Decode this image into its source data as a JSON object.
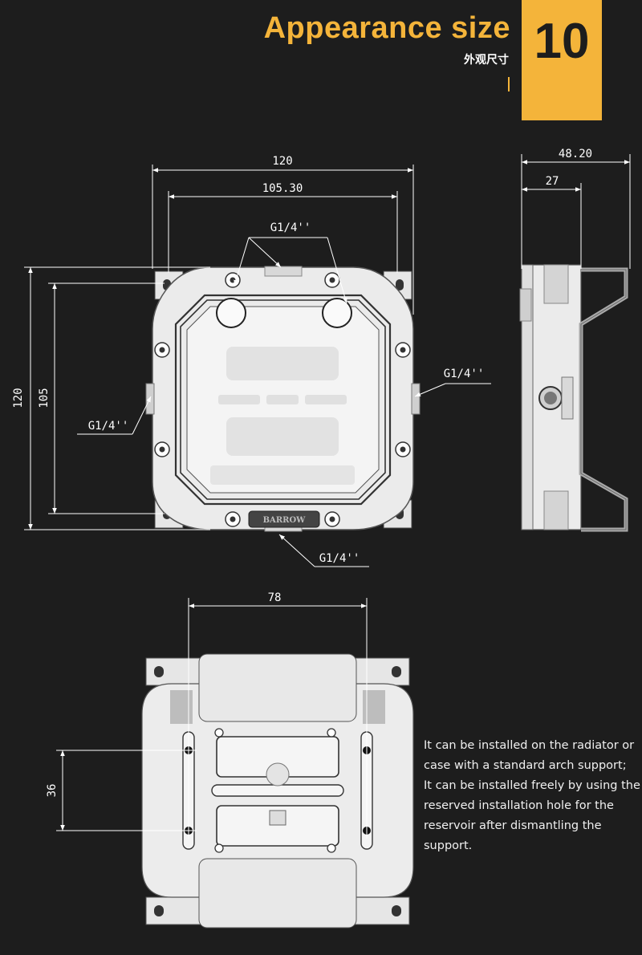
{
  "header": {
    "title": "Appearance size",
    "subtitle": "外观尺寸",
    "section_number": "10"
  },
  "top_view": {
    "width_overall": "120",
    "width_holes": "105.30",
    "height_overall": "120",
    "height_holes": "105",
    "port_top": "G1/4''",
    "port_right": "G1/4''",
    "port_left": "G1/4''",
    "port_bottom": "G1/4''",
    "logo": "BARROW"
  },
  "side_view": {
    "depth_overall": "48.20",
    "depth_inner": "27"
  },
  "bottom_view": {
    "hole_spacing_horizontal": "78",
    "hole_spacing_vertical": "36"
  },
  "description": {
    "line1": "It can be installed on the radiator or case with a standard arch support;",
    "line2": "It can be installed freely by using the reserved installation hole for the reservoir after dismantling the support."
  },
  "colors": {
    "accent": "#f4b43a",
    "background": "#1d1d1d",
    "drawing_fill": "#e8e8e8",
    "dimension_line": "#ffffff"
  }
}
